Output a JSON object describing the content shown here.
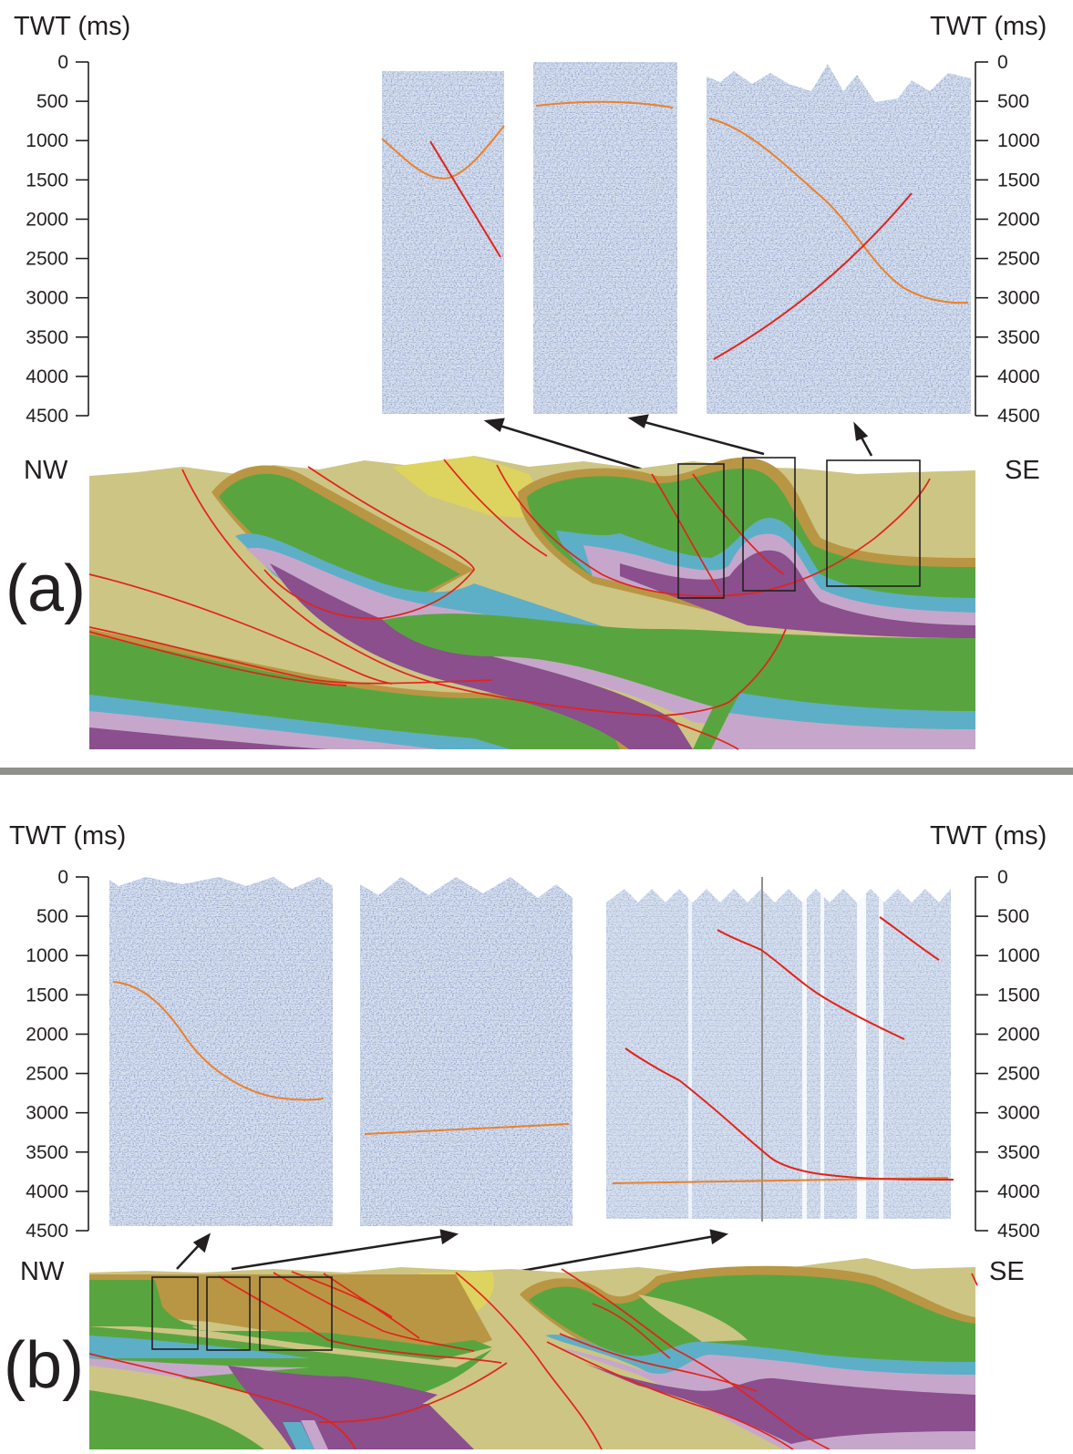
{
  "panels": [
    {
      "letter": "(a)",
      "axis_title_left": "TWT (ms)",
      "axis_title_right": "TWT (ms)",
      "ticks": [
        "0",
        "500",
        "1000",
        "1500",
        "2000",
        "2500",
        "3000",
        "3500",
        "4000",
        "4500"
      ],
      "compass_left": "NW",
      "compass_right": "SE",
      "seismic_sections": 3,
      "outcrop_boxes": 3
    },
    {
      "letter": "(b)",
      "axis_title_left": "TWT (ms)",
      "axis_title_right": "TWT (ms)",
      "ticks": [
        "0",
        "500",
        "1000",
        "1500",
        "2000",
        "2500",
        "3000",
        "3500",
        "4000",
        "4500"
      ],
      "compass_left": "NW",
      "compass_right": "SE",
      "seismic_sections": 3,
      "outcrop_boxes": 3
    }
  ],
  "colors": {
    "yellow_tan": "#cdc584",
    "bright_yellow": "#ddd35f",
    "brown_rim": "#b99644",
    "green": "#58a53f",
    "blue": "#5dafc7",
    "lilac": "#c6a7cb",
    "purple": "#8a4f8c",
    "fault_red": "#e2231a",
    "horizon_orange": "#e9812f",
    "seismic_bg": "#d8e3f1",
    "divider": "#8f918a"
  }
}
